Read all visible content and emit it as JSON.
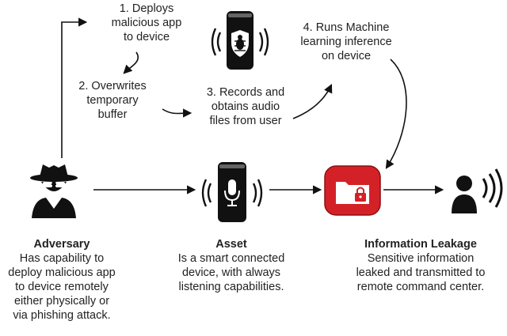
{
  "steps": {
    "step1": [
      "1. Deploys",
      "malicious app",
      "to device"
    ],
    "step2": [
      "2. Overwrites",
      "temporary",
      "buffer"
    ],
    "step3": [
      "3. Records and",
      "obtains audio",
      "files from user"
    ],
    "step4": [
      "4. Runs Machine",
      "learning inference",
      "on device"
    ]
  },
  "nodes": {
    "adversary": {
      "title": "Adversary",
      "desc": [
        "Has capability to",
        "deploy malicious app",
        "to device remotely",
        "either physically or",
        "via phishing attack."
      ]
    },
    "asset": {
      "title": "Asset",
      "desc": [
        "Is a smart connected",
        "device, with always",
        "listening capabilities."
      ]
    },
    "leakage": {
      "title": "Information Leakage",
      "desc": [
        "Sensitive information",
        "leaked and transmitted to",
        "remote command center."
      ]
    }
  },
  "icons": {
    "adversary": "spy-icon",
    "infected_device": "speaker-bug-icon",
    "asset_device": "speaker-microphone-icon",
    "leakage": "locked-folder-icon",
    "remote_listener": "person-listening-icon"
  },
  "colors": {
    "leakage_red": "#d42127",
    "device_dark": "#111111",
    "arrow": "#111111"
  }
}
